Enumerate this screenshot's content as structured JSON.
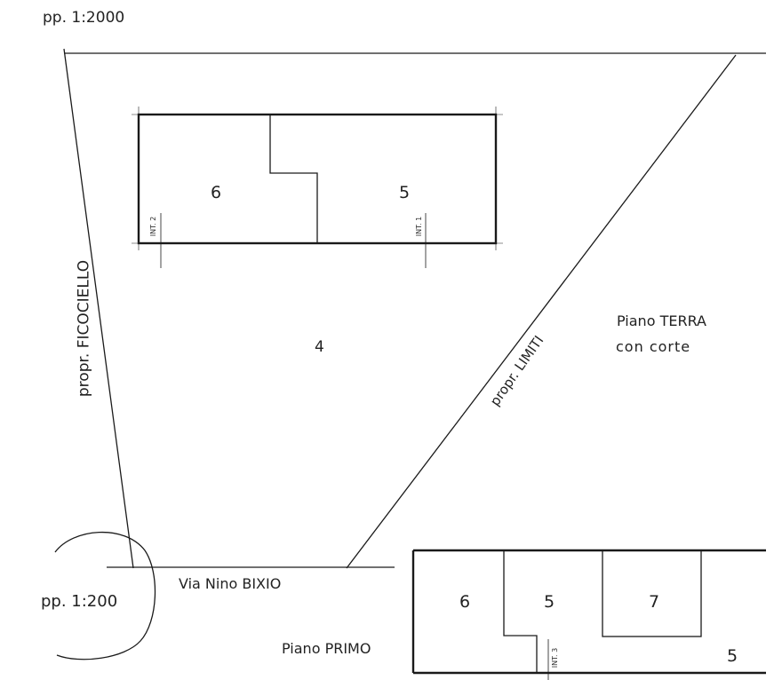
{
  "scale_top": "pp. 1:2000",
  "scale_bottom": "pp. 1:200",
  "neighbor_left": "propr. FICOCIELLO",
  "neighbor_right": "propr. LIMITI",
  "street": "Via Nino BIXIO",
  "ground_floor": {
    "title": "Piano TERRA",
    "subtitle": "con corte"
  },
  "first_floor": {
    "title": "Piano PRIMO"
  },
  "parcels": {
    "courtyard": "4",
    "ground_unit_left": "6",
    "ground_unit_right": "5",
    "first_unit_left": "6",
    "first_unit_middle": "5",
    "first_unit_box": "7",
    "first_unit_right": "5"
  },
  "entrances": {
    "int2": "INT. 2",
    "int1": "INT. 1",
    "int3": "INT. 3"
  },
  "colors": {
    "ink": "#1a1a1a",
    "paper": "#ffffff"
  }
}
